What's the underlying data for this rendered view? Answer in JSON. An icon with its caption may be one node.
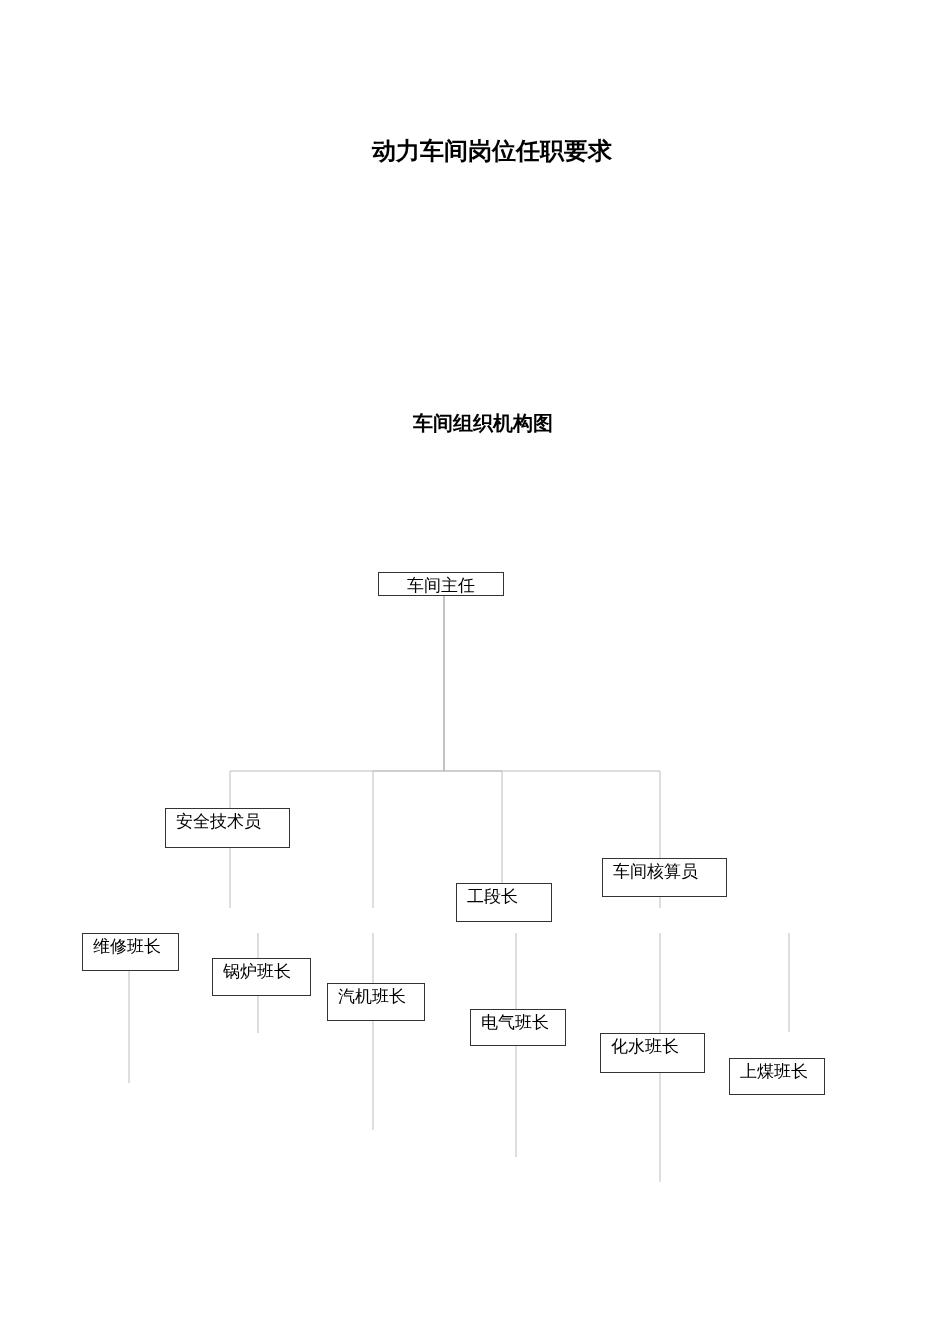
{
  "diagram": {
    "title": "动力车间岗位任职要求",
    "nodes": [
      {
        "text": [
          "车间主任"
        ]
      },
      {
        "text": [
          "安全技术员"
        ]
      },
      {
        "text": [
          "工段长"
        ]
      },
      {
        "text": [
          "车间核算员"
        ]
      },
      {
        "text": [
          "维修班长"
        ]
      },
      {
        "text": [
          "锅炉班长"
        ]
      },
      {
        "text": [
          "汽机班长"
        ]
      },
      {
        "text": [
          "电气班长"
        ]
      },
      {
        "text": [
          "化水班长"
        ]
      },
      {
        "text": [
          "上煤班长"
        ]
      }
    ],
    "edges": [
      {
        "from": 0,
        "to": 1,
        "arrow": "none"
      },
      {
        "from": 0,
        "to": null,
        "arrow": "none"
      },
      {
        "from": 0,
        "to": 2,
        "arrow": "none"
      },
      {
        "from": 0,
        "to": 3,
        "arrow": "none"
      }
    ],
    "labels": [
      "车间组织机构图"
    ]
  }
}
